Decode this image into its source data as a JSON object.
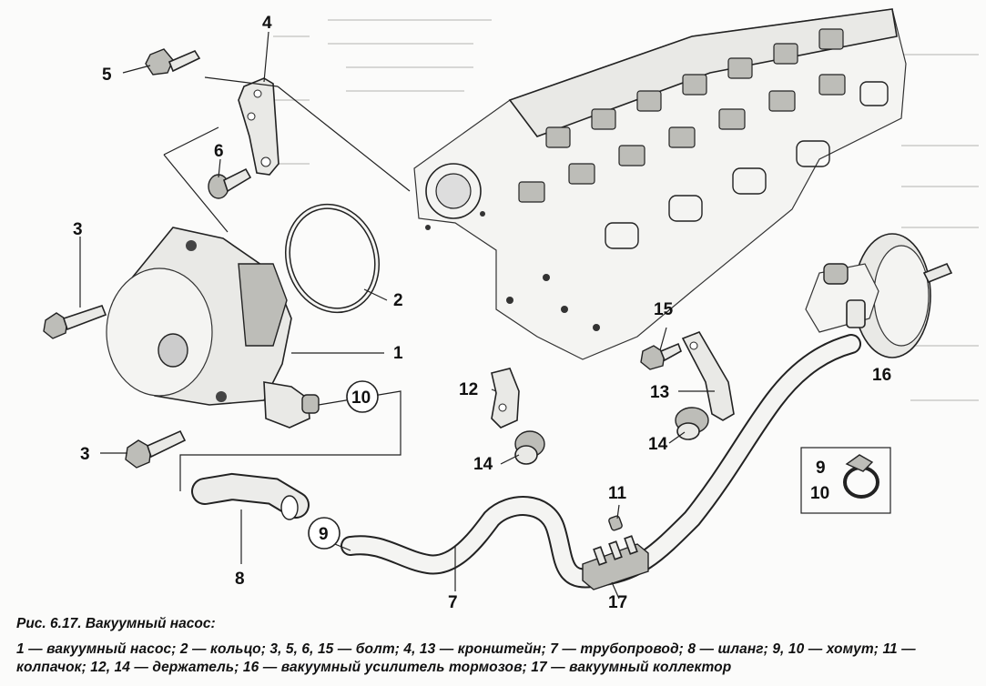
{
  "callouts": {
    "c1": "1",
    "c2": "2",
    "c3a": "3",
    "c3b": "3",
    "c4": "4",
    "c5": "5",
    "c6": "6",
    "c7": "7",
    "c8": "8",
    "c9a": "9",
    "c9b": "9",
    "c10a": "10",
    "c10b": "10",
    "c11": "11",
    "c12": "12",
    "c13": "13",
    "c14a": "14",
    "c14b": "14",
    "c15": "15",
    "c16": "16",
    "c17": "17"
  },
  "caption": {
    "title": "Рис. 6.17. Вакуумный насос:",
    "legend": "1 — вакуумный насос; 2 — кольцо; 3, 5, 6, 15 — болт; 4, 13 — кронштейн; 7 — трубопровод; 8 — шланг; 9, 10 — хомут; 11 — колпачок; 12, 14 — держатель; 16 — вакуумный усилитель тормозов; 17 — вакуумный коллектор"
  }
}
